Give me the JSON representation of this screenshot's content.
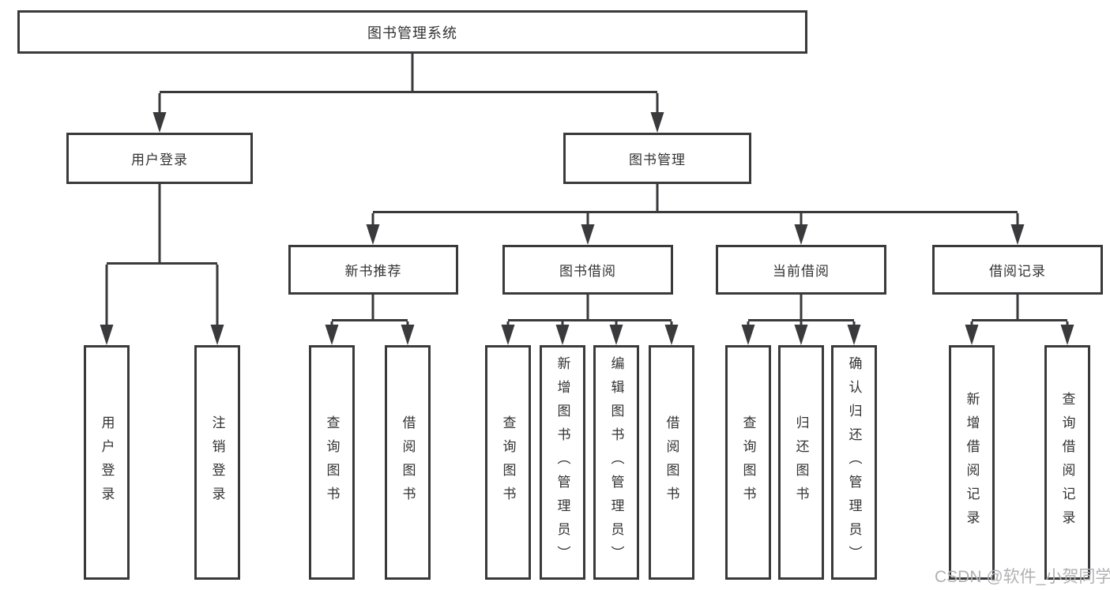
{
  "diagram": {
    "root": {
      "label": "图书管理系统"
    },
    "level2": [
      {
        "label": "用户登录"
      },
      {
        "label": "图书管理"
      }
    ],
    "level3": [
      {
        "label": "新书推荐"
      },
      {
        "label": "图书借阅"
      },
      {
        "label": "当前借阅"
      },
      {
        "label": "借阅记录"
      }
    ],
    "leaves": {
      "user_login": [
        {
          "label": "用户登录"
        },
        {
          "label": "注销登录"
        }
      ],
      "new_books": [
        {
          "label": "查询图书"
        },
        {
          "label": "借阅图书"
        }
      ],
      "book_borrow": [
        {
          "label": "查询图书"
        },
        {
          "label": "新增图书（管理员）"
        },
        {
          "label": "编辑图书（管理员）"
        },
        {
          "label": "借阅图书"
        }
      ],
      "current_borrow": [
        {
          "label": "查询图书"
        },
        {
          "label": "归还图书"
        },
        {
          "label": "确认归还（管理员）"
        }
      ],
      "borrow_records": [
        {
          "label": "新增借阅记录"
        },
        {
          "label": "查询借阅记录"
        }
      ]
    },
    "watermark": {
      "text": "CSDN @软件_小贺同学"
    },
    "colors": {
      "line": "#3a3a3c",
      "box_border": "#3a3a3c",
      "text": "#333333",
      "watermark": "#b1b1b5",
      "background": "#ffffff"
    }
  }
}
